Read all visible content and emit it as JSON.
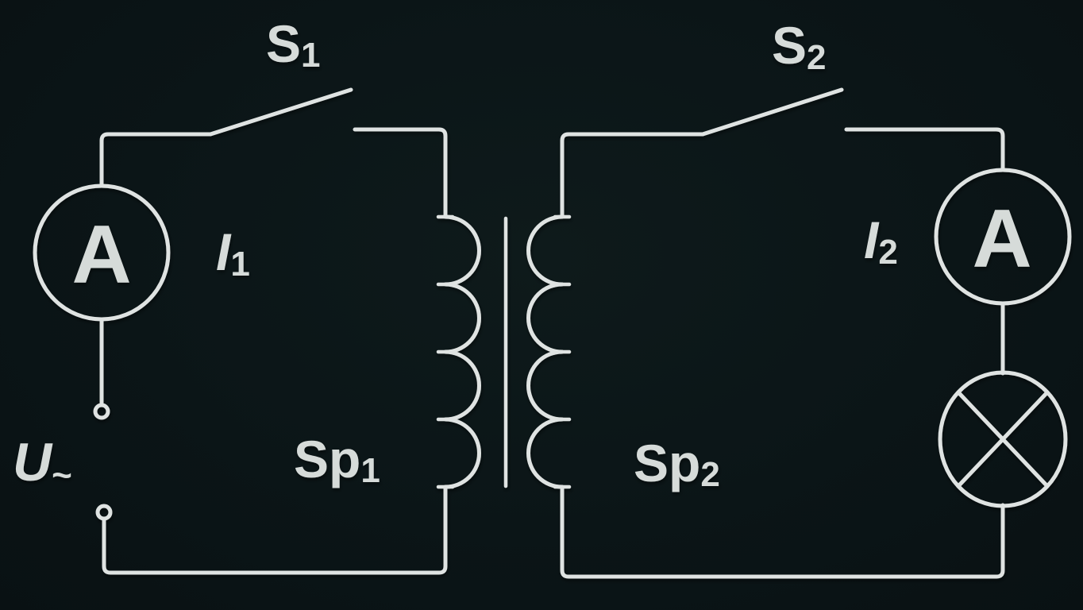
{
  "title": "Transformer circuit diagram",
  "colors": {
    "background": "#0b1517",
    "wire": "#dfe3e2",
    "text": "#d6dbd9"
  },
  "labels": {
    "s1": {
      "base": "S",
      "sub": "1"
    },
    "s2": {
      "base": "S",
      "sub": "2"
    },
    "i1": {
      "base": "I",
      "sub": "1"
    },
    "i2": {
      "base": "I",
      "sub": "2"
    },
    "u": {
      "base": "U",
      "sub": "~"
    },
    "sp1": {
      "base": "Sp",
      "sub": "1"
    },
    "sp2": {
      "base": "Sp",
      "sub": "2"
    },
    "ammeter_left": "A",
    "ammeter_right": "A"
  },
  "components": [
    "ac-voltage-source-U~",
    "ammeter-A-primary",
    "open-switch-S1",
    "primary-coil-Sp1",
    "transformer-core",
    "secondary-coil-Sp2",
    "open-switch-S2",
    "ammeter-A-secondary",
    "lamp"
  ]
}
